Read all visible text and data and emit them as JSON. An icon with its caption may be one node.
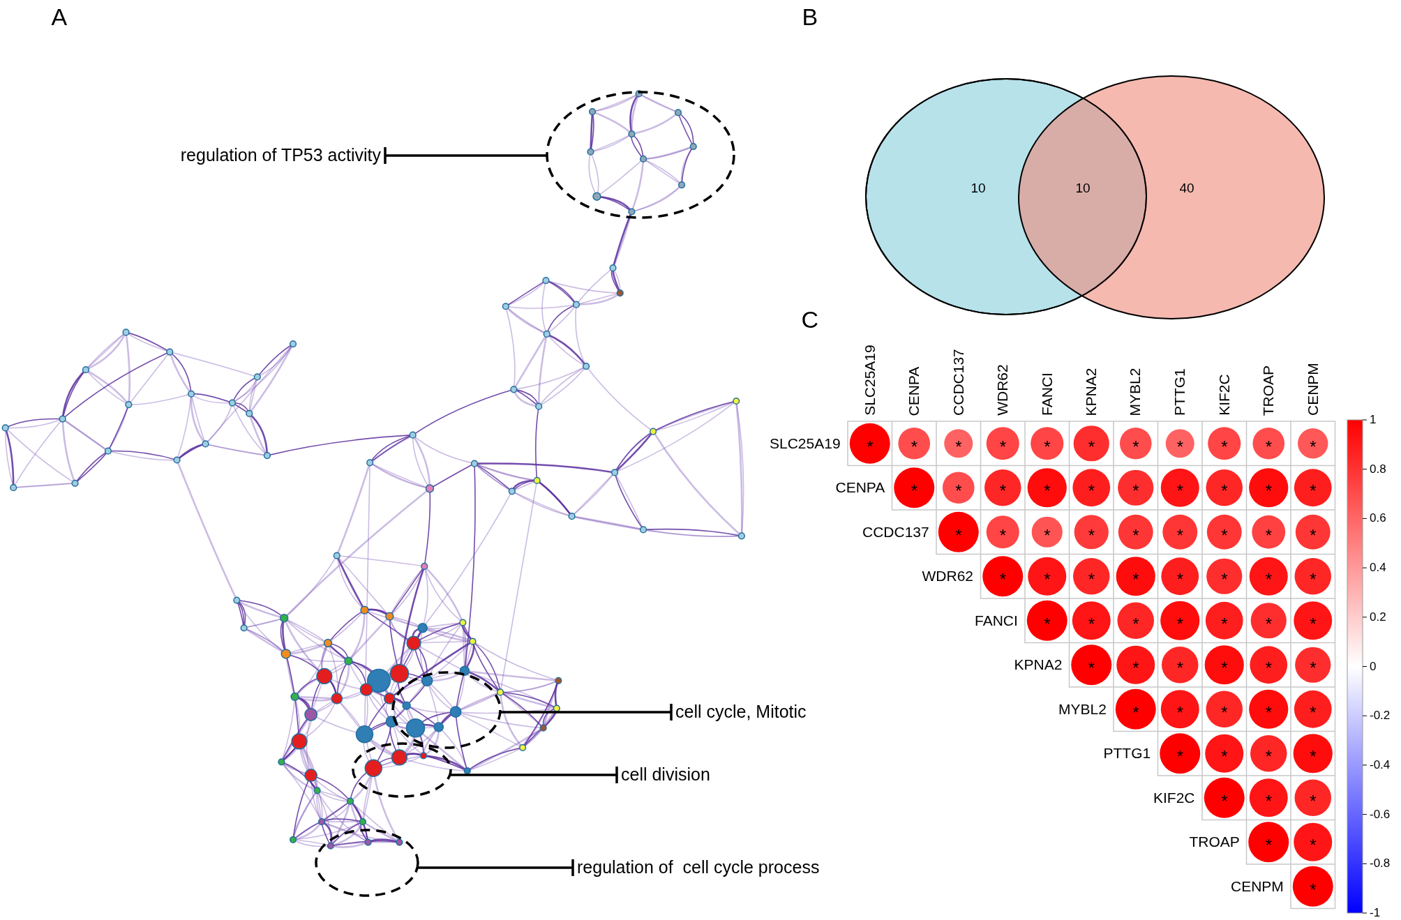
{
  "diagram": {
    "nodes": [
      {
        "text": [
          "regulation of TP53 activity"
        ]
      },
      {
        "text": [],
        "shape": "ellipse"
      },
      {
        "text": [
          "cell cycle, Mitotic"
        ]
      },
      {
        "text": [],
        "shape": "ellipse"
      },
      {
        "text": [
          "cell division"
        ]
      },
      {
        "text": [],
        "shape": "ellipse"
      },
      {
        "text": [
          "regulation of  cell cycle process"
        ]
      },
      {
        "text": [],
        "shape": "ellipse"
      }
    ],
    "edges": [
      {
        "from": 1,
        "to": 0,
        "arrow": "other"
      },
      {
        "from": 3,
        "to": 2,
        "arrow": "other"
      },
      {
        "from": 5,
        "to": 4,
        "arrow": "other"
      },
      {
        "from": 7,
        "to": 6,
        "arrow": "other"
      }
    ],
    "labels": [
      "A",
      "B",
      "10",
      "10",
      "40",
      "C",
      "SLC25A19",
      "CENPA",
      "CCDC137",
      "WDR62",
      "FANCI",
      "KPNA2",
      "MYBL2",
      "PTTG1",
      "KIF2C",
      "TROAP",
      "CENPM",
      "SLC25A19",
      "*",
      "*",
      "*",
      "*",
      "*",
      "*",
      "*",
      "*",
      "*",
      "*",
      "*",
      "CENPA",
      "*",
      "*",
      "*",
      "*",
      "*",
      "*",
      "*",
      "*",
      "*",
      "*",
      "CCDC137",
      "*",
      "*",
      "*",
      "*",
      "*",
      "*",
      "*",
      "*",
      "*",
      "WDR62",
      "*",
      "*",
      "*",
      "*",
      "*",
      "*",
      "*",
      "*",
      "FANCI",
      "*",
      "*",
      "*",
      "*",
      "*",
      "*",
      "*",
      "KPNA2",
      "*",
      "*",
      "*",
      "*",
      "*",
      "*",
      "MYBL2",
      "*",
      "*",
      "*",
      "*",
      "*",
      "PTTG1",
      "*",
      "*",
      "*",
      "*",
      "KIF2C",
      "*",
      "*",
      "*",
      "TROAP",
      "*",
      "*",
      "CENPM",
      "*",
      "1",
      "0.8",
      "0.6",
      "0.4",
      "0.2",
      "0",
      "-0.2",
      "-0.4",
      "-0.6",
      "-0.8",
      "-1"
    ]
  }
}
